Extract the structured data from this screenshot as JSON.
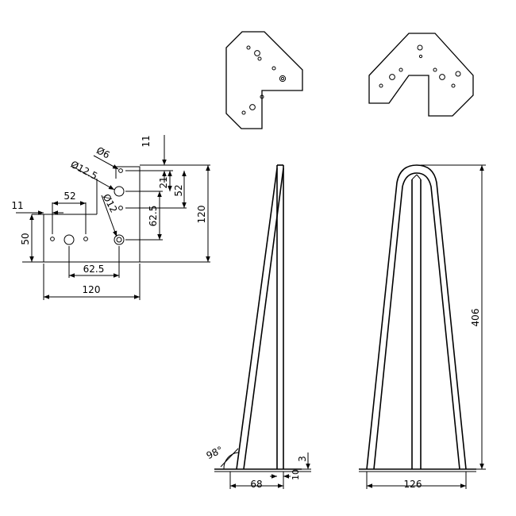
{
  "drawing": {
    "plan_dims": {
      "dia_small": "Ø6",
      "dia_large": "Ø12.5",
      "dia_bottom": "Ø12",
      "edge_top": "11",
      "edge_left": "11",
      "spacing_h": "52",
      "spacing_v": "52",
      "offset_v": "21",
      "center_h": "62.5",
      "center_v": "62.5",
      "width": "120",
      "height": "120",
      "arm_height": "50"
    },
    "side_view": {
      "angle": "98°",
      "plate_thickness": "3",
      "rod_gap": "10",
      "base_width": "68"
    },
    "front_view": {
      "height": "406",
      "base_width": "126"
    }
  }
}
